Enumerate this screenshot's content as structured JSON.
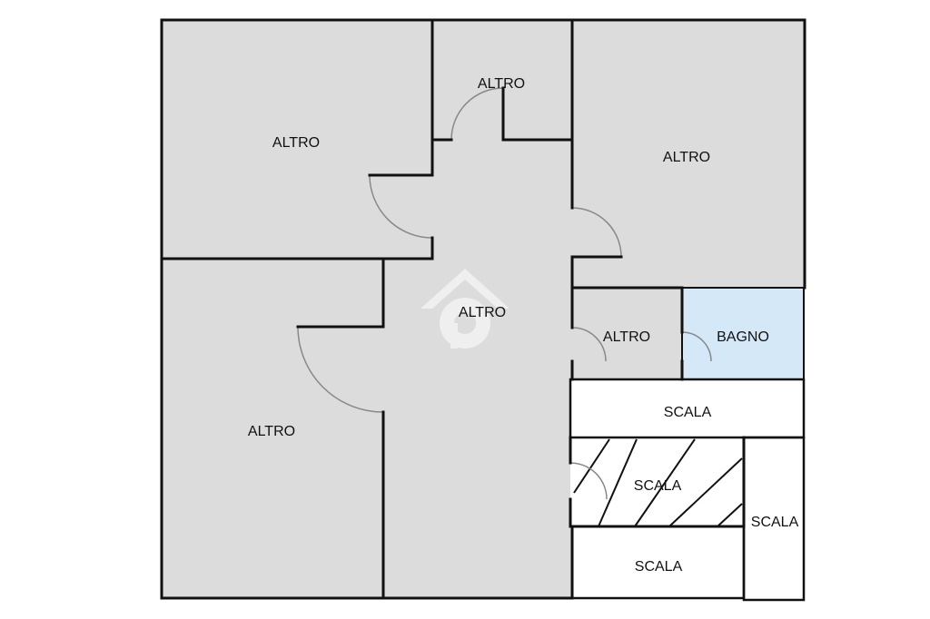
{
  "colors": {
    "room_fill": "#dcdcdc",
    "bath_fill": "#d4e8f8",
    "stair_fill": "#ffffff",
    "wall": "#111111",
    "door_arc": "#888888",
    "watermark": "#ffffff"
  },
  "rooms": {
    "top_left": "ALTRO",
    "top_center": "ALTRO",
    "top_right": "ALTRO",
    "corridor": "ALTRO",
    "bottom_left": "ALTRO",
    "small_room": "ALTRO",
    "bathroom": "BAGNO",
    "stair_1": "SCALA",
    "stair_2": "SCALA",
    "stair_3": "SCALA",
    "stair_4": "SCALA"
  },
  "icons": {
    "watermark": "house-logo-icon",
    "door": "door-swing-icon"
  }
}
